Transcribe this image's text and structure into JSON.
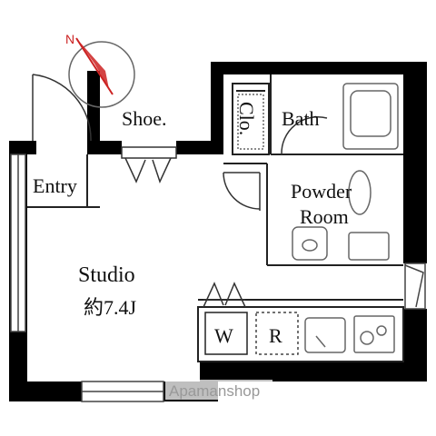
{
  "rooms": {
    "shoe": "Shoe.",
    "closet": "Clo.",
    "bath": "Bath",
    "entry": "Entry",
    "powder_line1": "Powder",
    "powder_line2": "Room",
    "studio": "Studio",
    "studio_size": "約7.4J",
    "washer": "W",
    "fridge": "R"
  },
  "watermark": "Apamanshop",
  "colors": {
    "wall": "#000000",
    "line": "#222222",
    "fixture": "#666666",
    "compass": "#cc2222"
  }
}
